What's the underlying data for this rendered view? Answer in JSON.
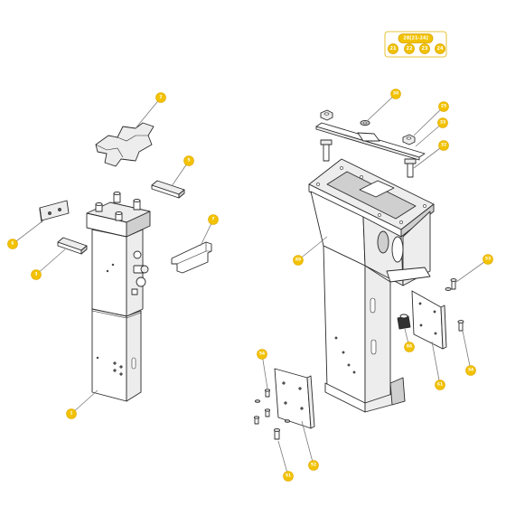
{
  "kit_header": {
    "label": "28[21-24]",
    "items": [
      "21",
      "22",
      "23",
      "24"
    ]
  },
  "callouts": [
    {
      "id": "callout-1",
      "label": "1"
    },
    {
      "id": "callout-2",
      "label": "2"
    },
    {
      "id": "callout-3",
      "label": "3"
    },
    {
      "id": "callout-5",
      "label": "5"
    },
    {
      "id": "callout-6",
      "label": "6"
    },
    {
      "id": "callout-7",
      "label": "7"
    },
    {
      "id": "callout-30",
      "label": "30"
    },
    {
      "id": "callout-25",
      "label": "25"
    },
    {
      "id": "callout-33",
      "label": "33"
    },
    {
      "id": "callout-32",
      "label": "32"
    },
    {
      "id": "callout-89",
      "label": "89"
    },
    {
      "id": "callout-53",
      "label": "53"
    },
    {
      "id": "callout-86",
      "label": "86"
    },
    {
      "id": "callout-61",
      "label": "61"
    },
    {
      "id": "callout-34",
      "label": "34"
    },
    {
      "id": "callout-54",
      "label": "54"
    },
    {
      "id": "callout-52",
      "label": "52"
    },
    {
      "id": "callout-51",
      "label": "51"
    }
  ],
  "colors": {
    "callout_fill": "#f2c200",
    "line_art": "#2a2a2a",
    "leader": "#7a7a7a",
    "background": "#ffffff"
  }
}
